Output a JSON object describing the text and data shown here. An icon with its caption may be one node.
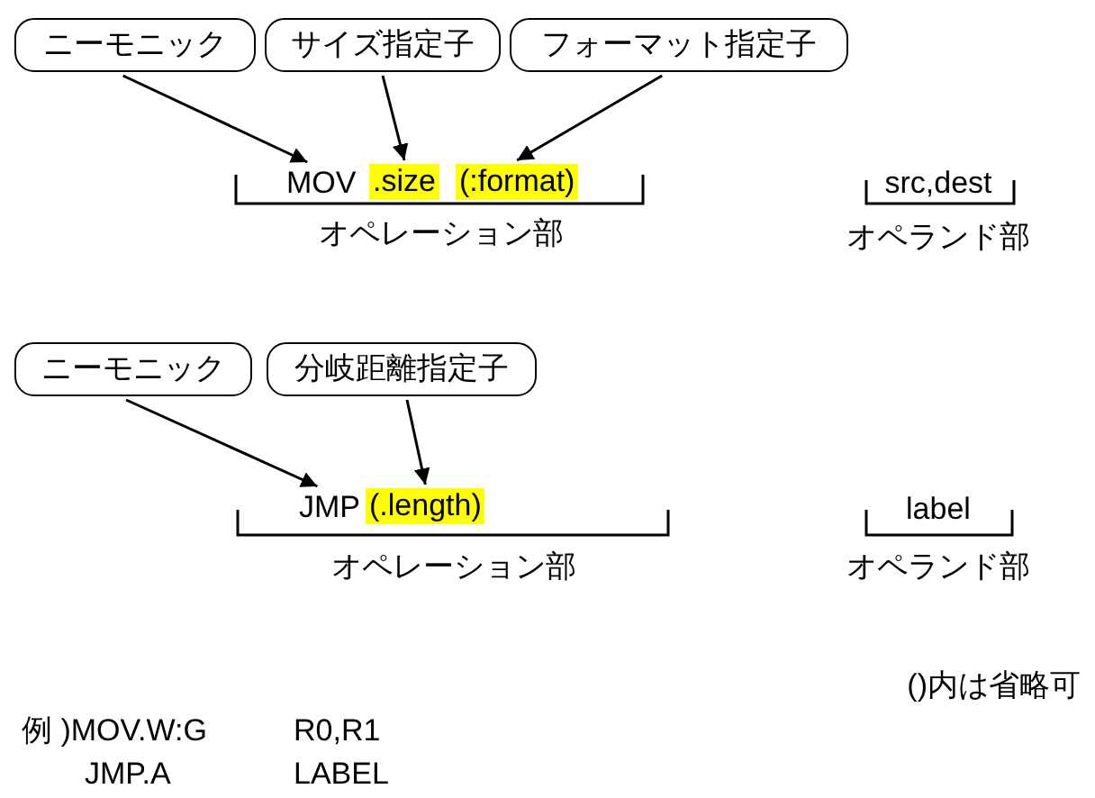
{
  "diagram": {
    "nodes": [
      {
        "text": [
          "ニーモニック"
        ]
      },
      {
        "text": [
          "サイズ指定子"
        ]
      },
      {
        "text": [
          "フォーマット指定子"
        ]
      },
      {
        "text": [
          "MOV"
        ]
      },
      {
        "text": [
          ".size"
        ]
      },
      {
        "text": [
          "(:format)"
        ]
      },
      {
        "text": [
          "ニーモニック"
        ]
      },
      {
        "text": [
          "分岐距離指定子"
        ]
      },
      {
        "text": [
          "JMP"
        ]
      },
      {
        "text": [
          "(.length)"
        ]
      }
    ],
    "edges": [
      {
        "from": 0,
        "to": 3,
        "arrow": "to"
      },
      {
        "from": 1,
        "to": 4,
        "arrow": "to"
      },
      {
        "from": 2,
        "to": 5,
        "arrow": "to"
      },
      {
        "from": 6,
        "to": 8,
        "arrow": "to"
      },
      {
        "from": 7,
        "to": 9,
        "arrow": "to"
      }
    ],
    "labels": [
      "オペレーション部",
      "src,dest",
      "オペランド部",
      "オペレーション部",
      "label",
      "オペランド部",
      "()内は省略可",
      "例 )MOV.W:G",
      "R0,R1",
      "JMP.A",
      "LABEL"
    ]
  }
}
